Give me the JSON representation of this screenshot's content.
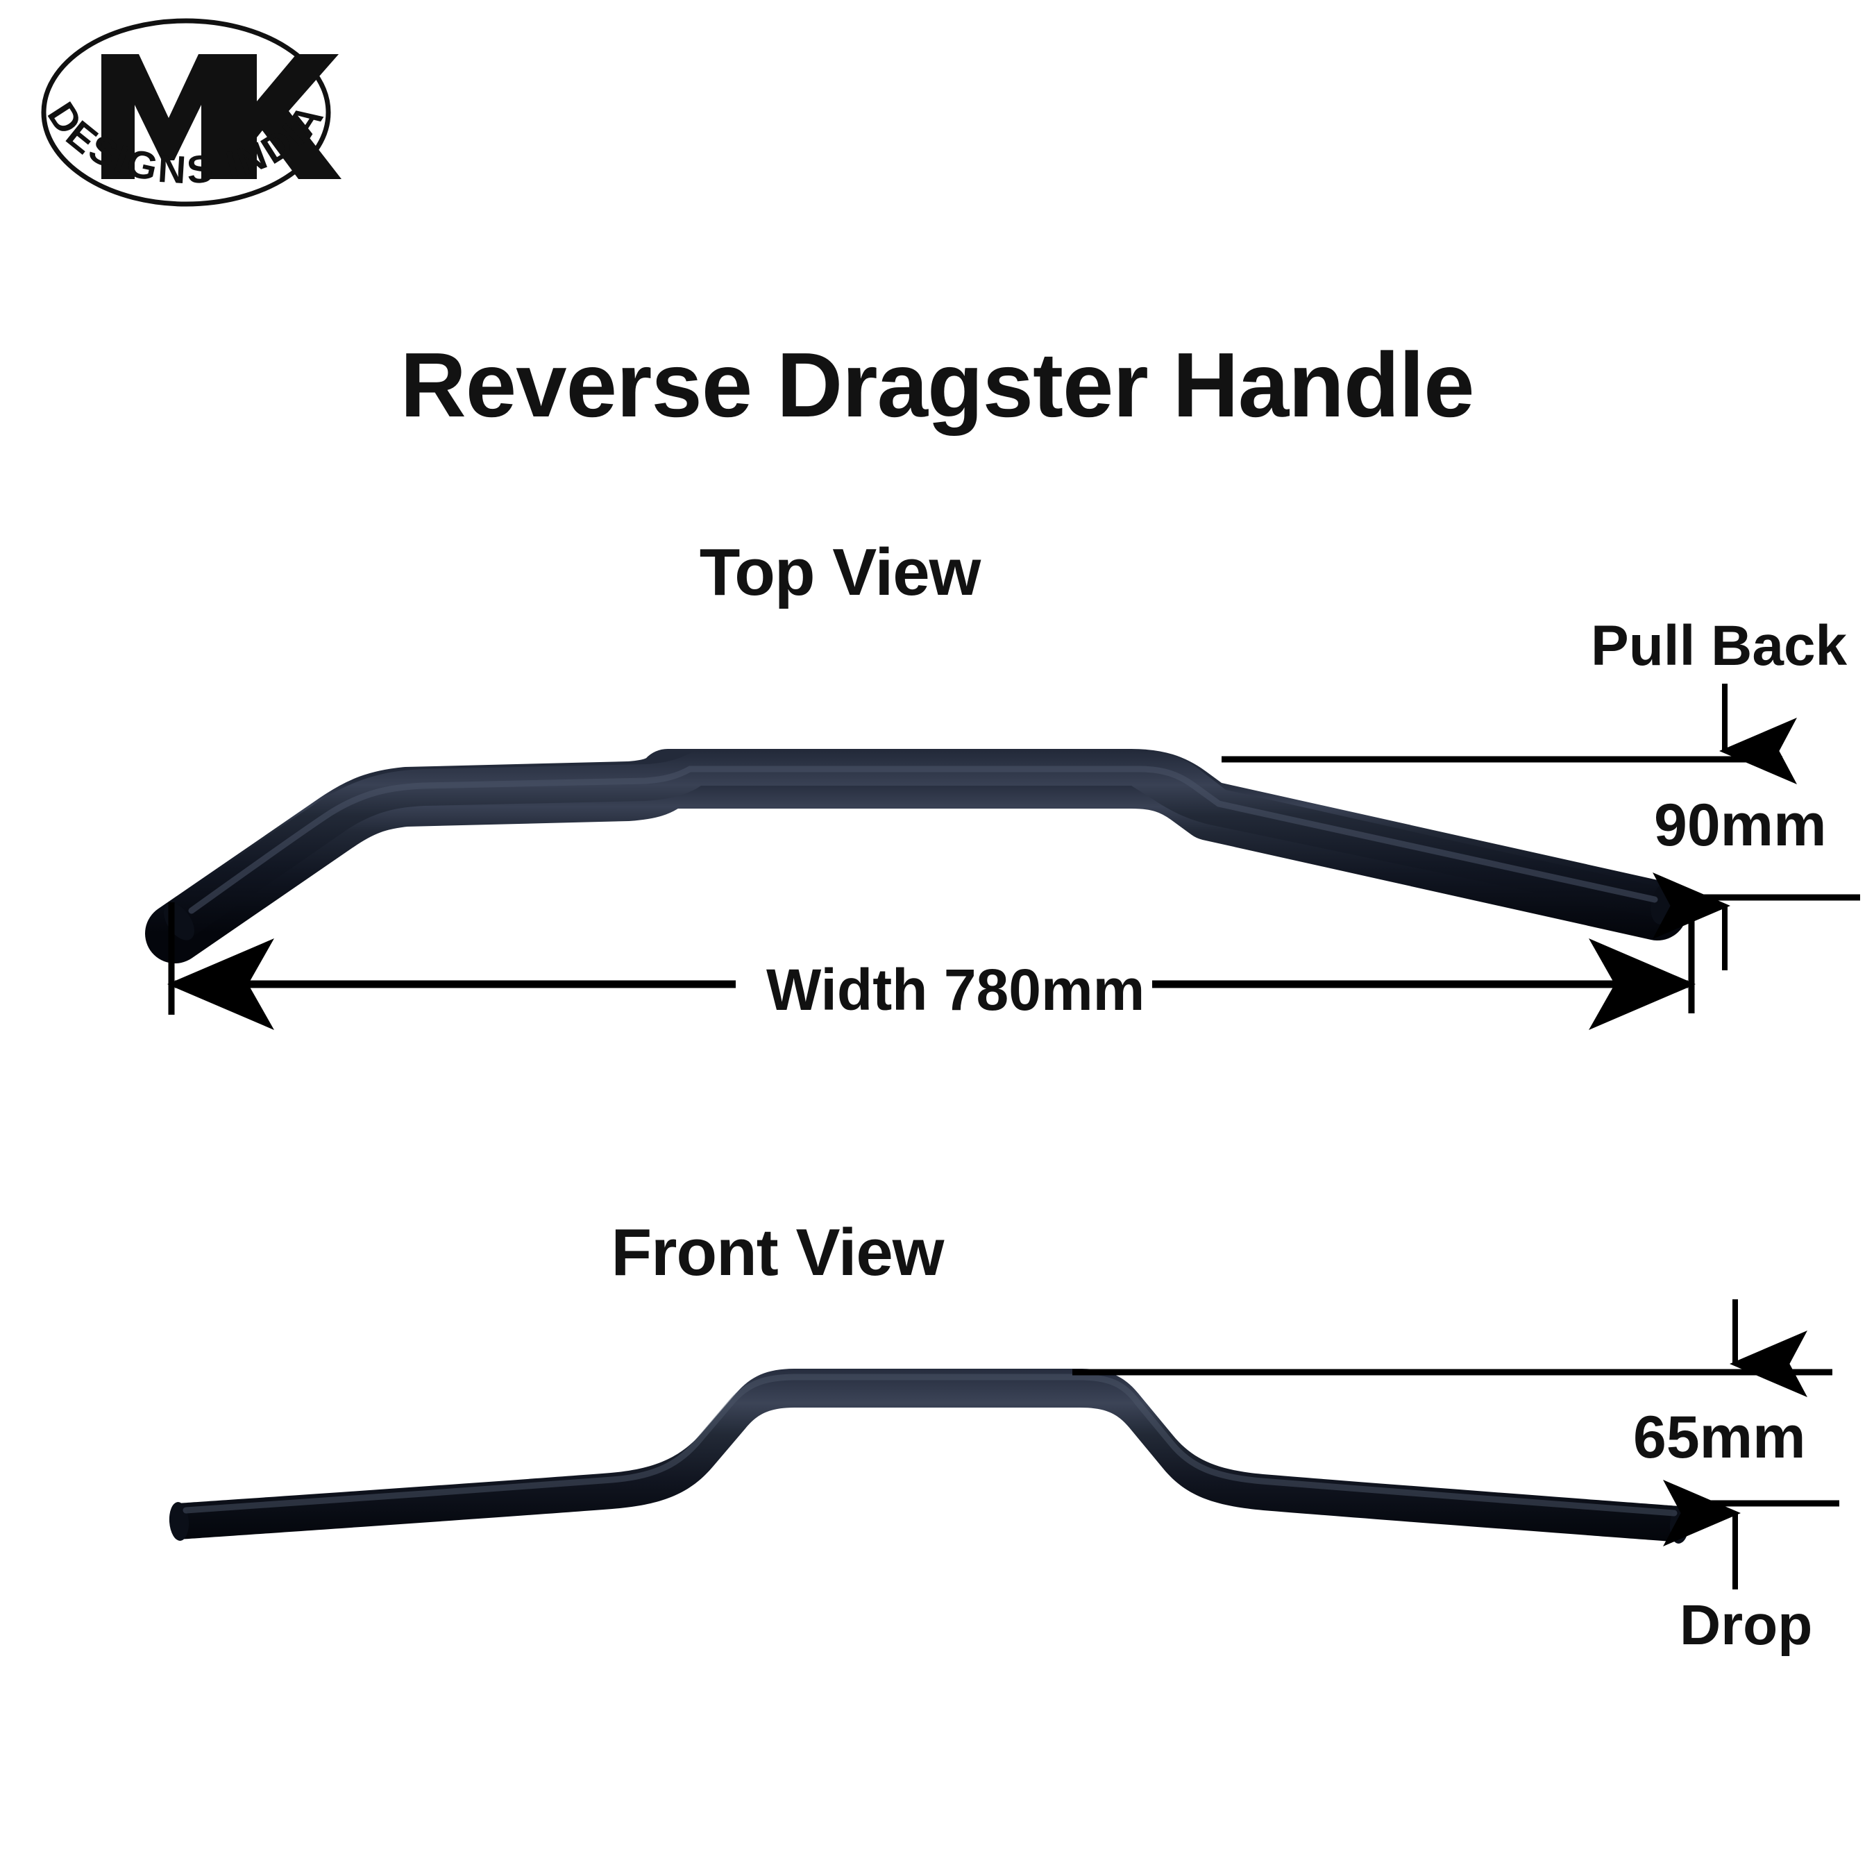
{
  "brand": {
    "logo_name": "mk-designs-india-logo",
    "monogram": "MK",
    "curved_text": "DESIGNS INDIA"
  },
  "page": {
    "title": "Reverse Dragster Handle",
    "background_color": "#ffffff",
    "text_color": "#121212"
  },
  "views": {
    "top": {
      "heading": "Top View",
      "annotations": {
        "pull_back_label": "Pull Back",
        "pull_back_value": "90mm",
        "width_label": "Width 780mm"
      }
    },
    "front": {
      "heading": "Front View",
      "annotations": {
        "drop_value": "65mm",
        "drop_label": "Drop"
      }
    }
  },
  "product": {
    "tube_color_light": "#3a4152",
    "tube_color_mid": "#151a26",
    "tube_color_dark": "#05070d",
    "line_color": "#000000"
  },
  "chart_data": {
    "type": "table",
    "title": "Reverse Dragster Handle",
    "categories": [
      "Width",
      "Pull Back",
      "Drop"
    ],
    "values": [
      780,
      90,
      65
    ],
    "units": "mm",
    "series": [
      {
        "name": "Top View",
        "measurements": [
          {
            "label": "Width 780mm",
            "value": 780,
            "unit": "mm"
          },
          {
            "label": "Pull Back",
            "value": 90,
            "unit": "mm"
          }
        ]
      },
      {
        "name": "Front View",
        "measurements": [
          {
            "label": "Drop",
            "value": 65,
            "unit": "mm"
          }
        ]
      }
    ]
  }
}
